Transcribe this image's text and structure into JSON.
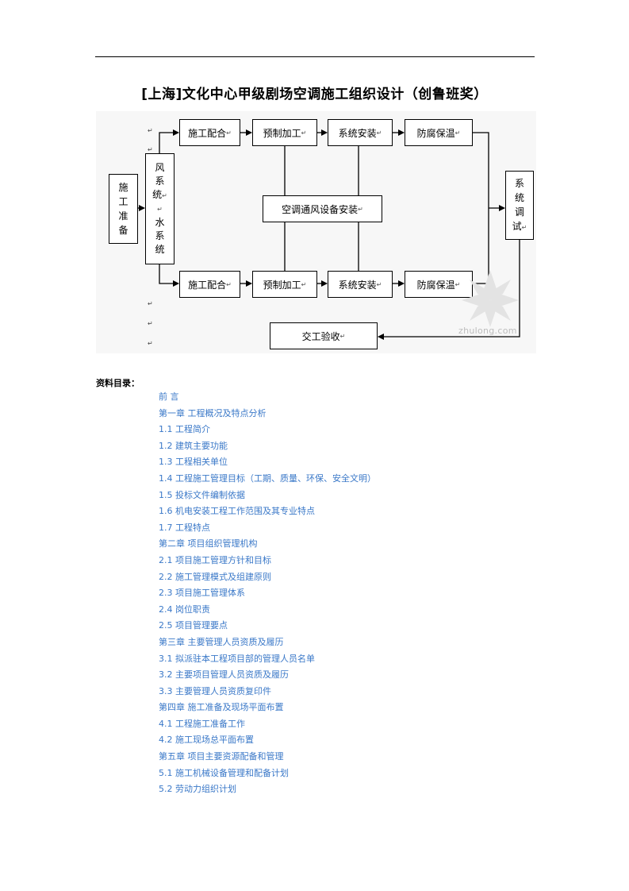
{
  "document": {
    "title": "[上海]文化中心甲级剧场空调施工组织设计（创鲁班奖）"
  },
  "diagram": {
    "prep": [
      "施",
      "工",
      "准",
      "备"
    ],
    "system": [
      "风",
      "系",
      "统",
      "水",
      "系",
      "统"
    ],
    "top_row": [
      "施工配合",
      "预制加工",
      "系统安装",
      "防腐保温"
    ],
    "bottom_row": [
      "施工配合",
      "预制加工",
      "系统安装",
      "防腐保温"
    ],
    "center": "空调通风设备安装",
    "debug": [
      "系",
      "统",
      "调",
      "试"
    ],
    "acceptance": "交工验收",
    "return_mark": "↵",
    "watermark": "zhulong.com"
  },
  "toc": {
    "heading": "资料目录：",
    "items": [
      "前  言",
      "第一章  工程概况及特点分析",
      "1.1  工程简介",
      "1.2  建筑主要功能",
      "1.3  工程相关单位",
      "1.4  工程施工管理目标（工期、质量、环保、安全文明）",
      "1.5  投标文件编制依据",
      "1.6  机电安装工程工作范围及其专业特点",
      "1.7  工程特点",
      "第二章  项目组织管理机构",
      "2.1  项目施工管理方针和目标",
      "2.2  施工管理模式及组建原则",
      "2.3  项目施工管理体系",
      "2.4  岗位职责",
      "2.5  项目管理要点",
      "第三章  主要管理人员资质及履历",
      "3.1  拟派驻本工程项目部的管理人员名单",
      "3.2  主要项目管理人员资质及履历",
      "3.3  主要管理人员资质复印件",
      "第四章  施工准备及现场平面布置",
      "4.1  工程施工准备工作",
      "4.2  施工现场总平面布置",
      "第五章  项目主要资源配备和管理",
      "5.1  施工机械设备管理和配备计划",
      "5.2  劳动力组织计划"
    ]
  }
}
